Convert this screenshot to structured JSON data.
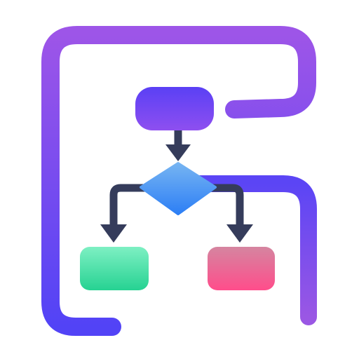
{
  "app_icon": {
    "name": "flowchart-app-icon",
    "colors": {
      "background": "#ffffff",
      "frame_gradient_top": "#9d55e8",
      "frame_gradient_bottom": "#5243f6",
      "connector_arrow": "#353c5b",
      "start_node_top": "#5a40f5",
      "start_node_bottom": "#8e4ff0",
      "decision_top": "#76b4f2",
      "decision_bottom": "#2d7ff5",
      "yes_node_top": "#7ef0c3",
      "yes_node_bottom": "#26d292",
      "no_node_top": "#d585a0",
      "no_node_bottom": "#ff4d8b"
    },
    "elements": [
      "outer-frame-path",
      "start-node",
      "decision-node",
      "left-branch-node",
      "right-branch-node",
      "down-arrow-icon"
    ]
  }
}
